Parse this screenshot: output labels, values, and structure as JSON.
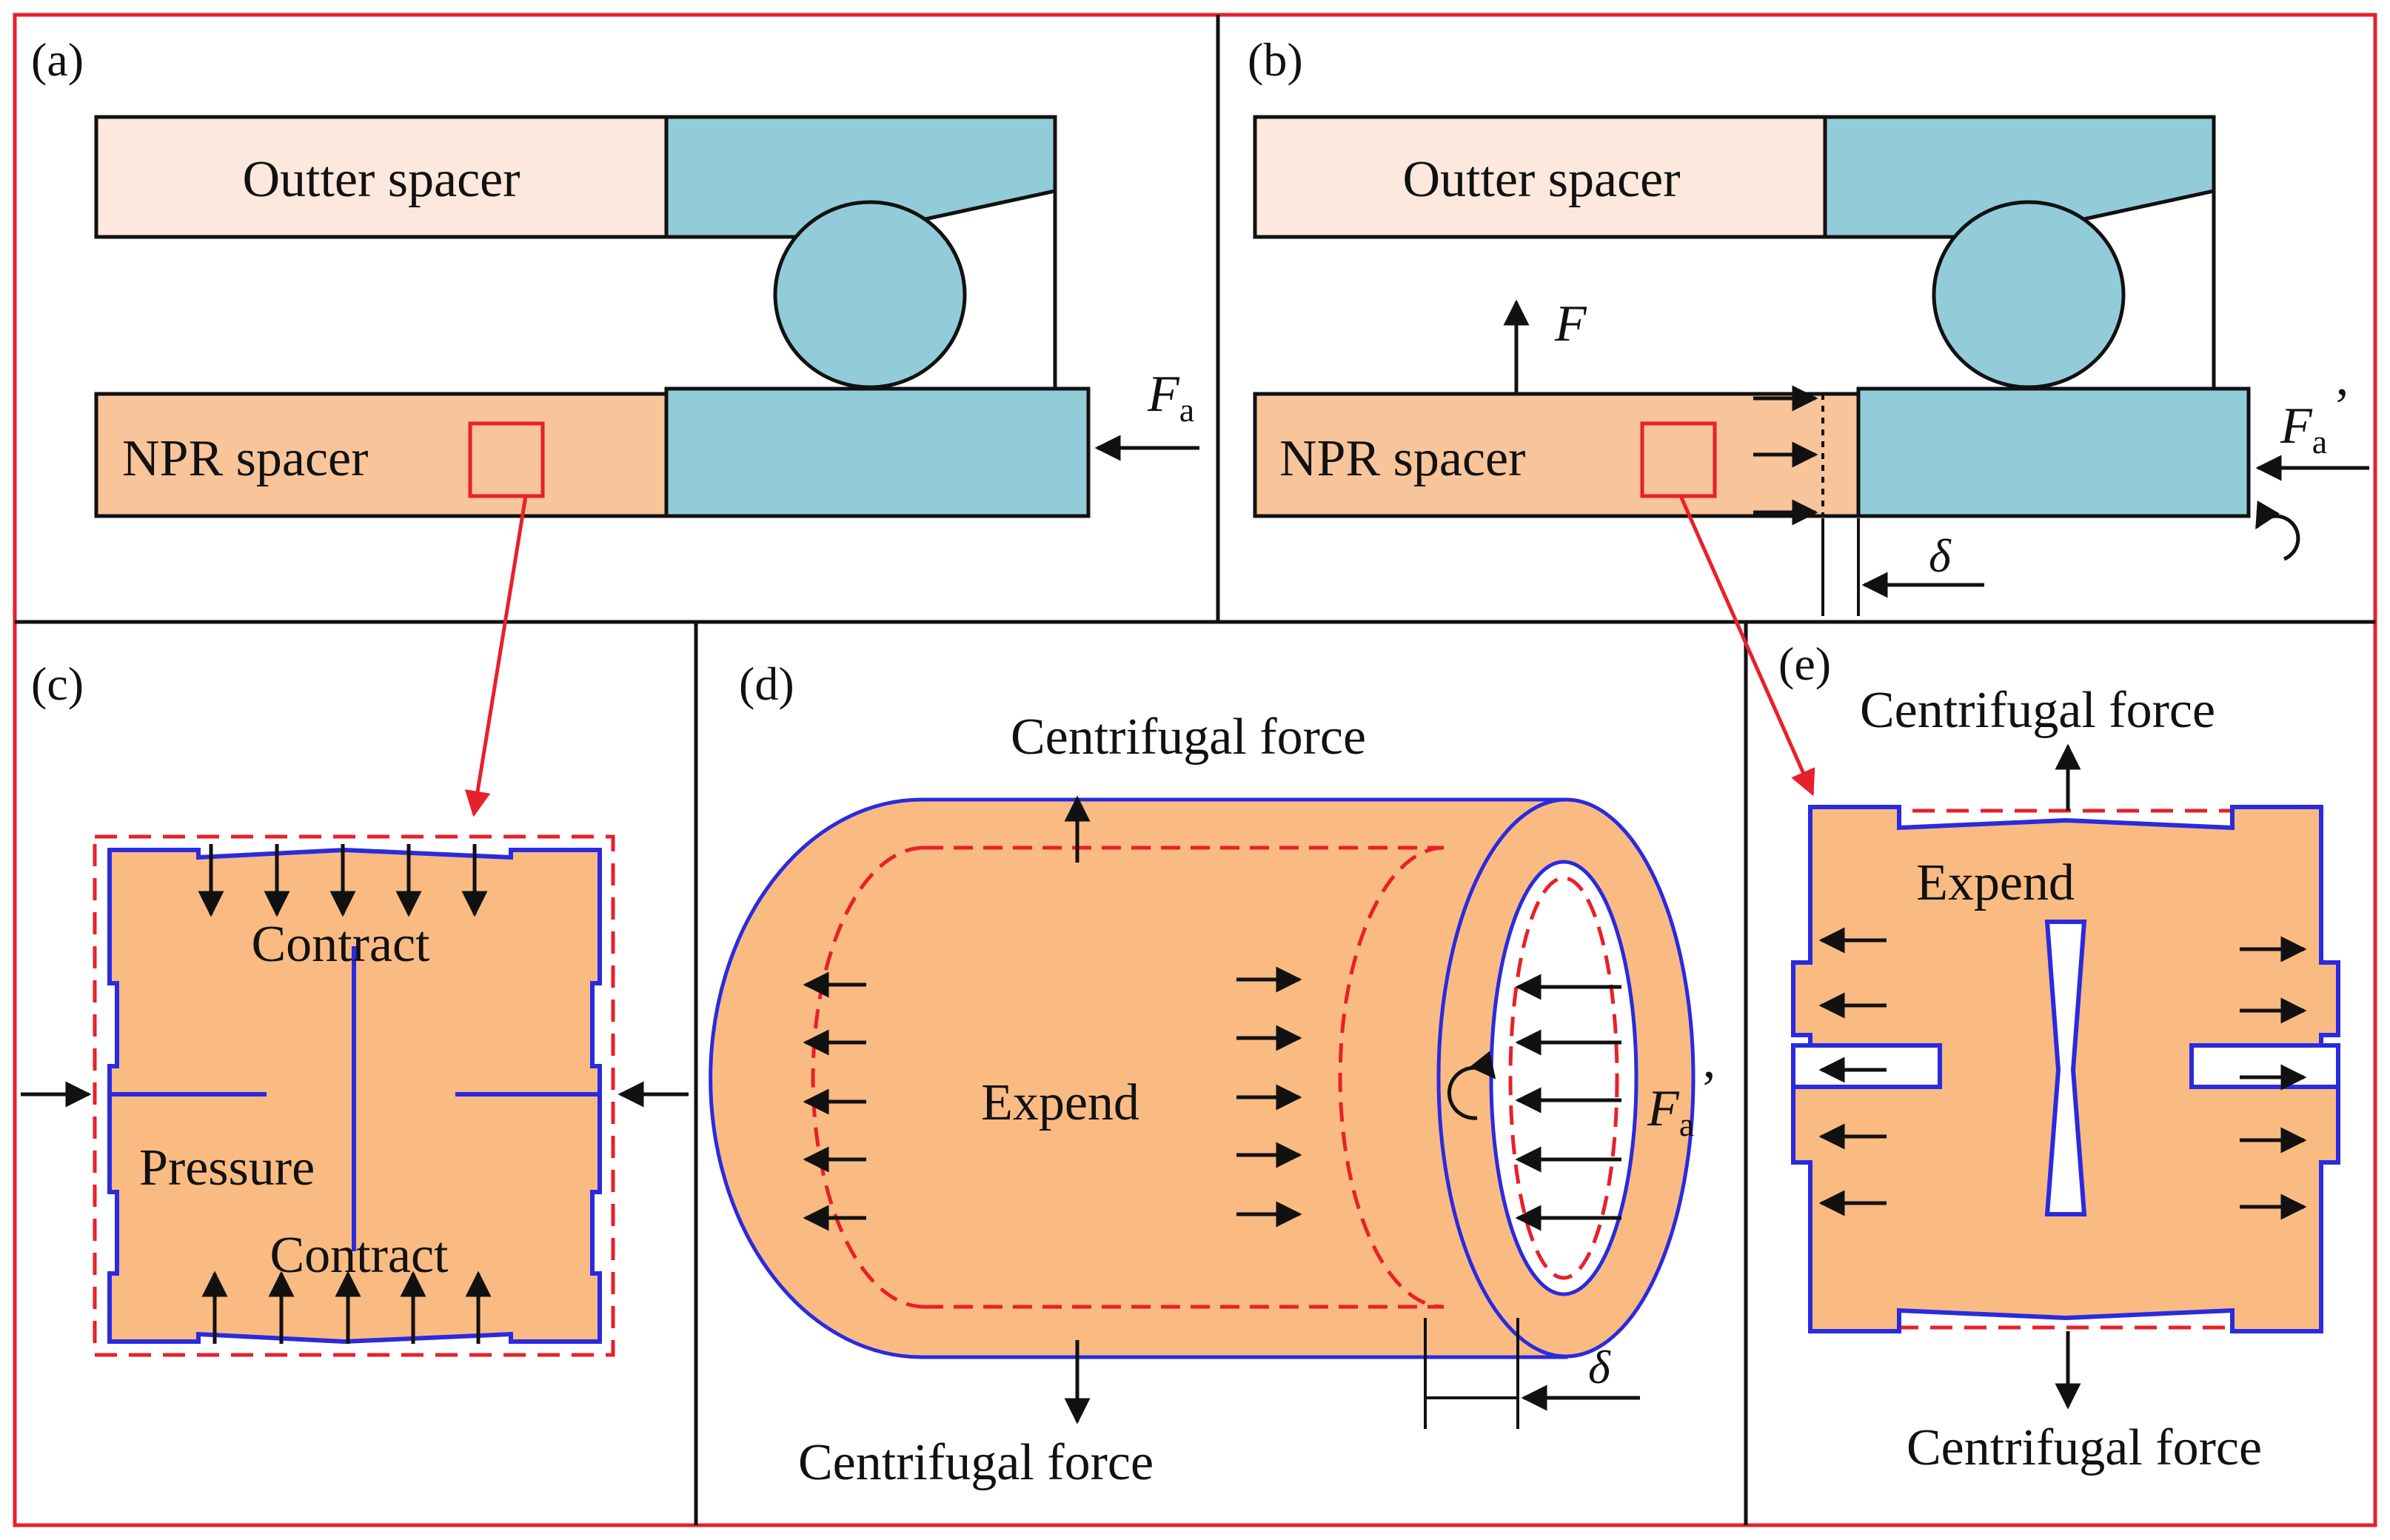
{
  "colors": {
    "frame_red": "#e8202a",
    "panel_border": "#111111",
    "spacer_light": "#fce8dc",
    "spacer_npr": "#f8c49a",
    "bearing_blue": "#92ccd8",
    "npr_fill": "#f9bb82",
    "outline_blue": "#2a2ae0",
    "dash_red": "#e8202a",
    "arrow_black": "#111111"
  },
  "panels": {
    "a": {
      "tag": "(a)",
      "outer_label": "Outter spacer",
      "npr_label": "NPR spacer",
      "force_main": "F",
      "force_sub": "a"
    },
    "b": {
      "tag": "(b)",
      "outer_label": "Outter spacer",
      "npr_label": "NPR spacer",
      "force_up": "F",
      "force_main": "F",
      "force_sub": "a",
      "force_prime": "’",
      "delta": "δ"
    },
    "c": {
      "tag": "(c)",
      "contract_top": "Contract",
      "pressure": "Pressure",
      "contract_bottom": "Contract"
    },
    "d": {
      "tag": "(d)",
      "centrifugal_top": "Centrifugal force",
      "centrifugal_bottom": "Centrifugal force",
      "expend": "Expend",
      "force_main": "F",
      "force_sub": "a",
      "force_prime": "’",
      "delta": "δ"
    },
    "e": {
      "tag": "(e)",
      "centrifugal_top": "Centrifugal force",
      "centrifugal_bottom": "Centrifugal force",
      "expend": "Expend"
    }
  }
}
